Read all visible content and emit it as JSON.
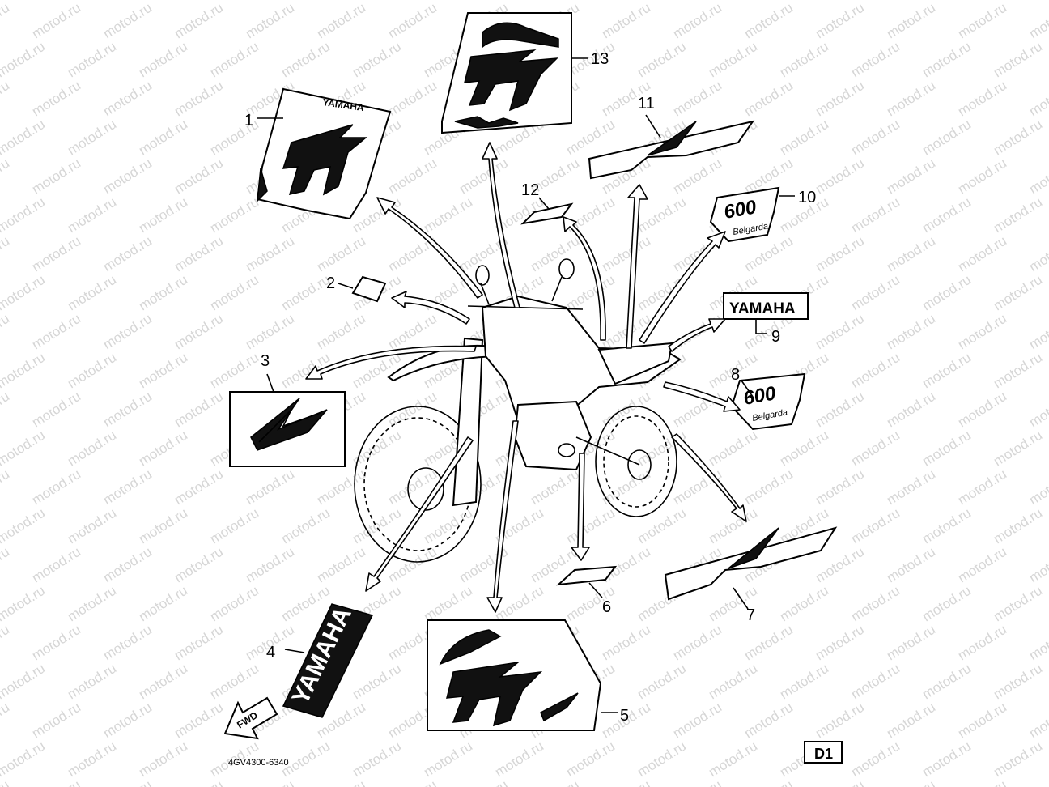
{
  "watermark": "motod.ru",
  "callouts": [
    "1",
    "2",
    "3",
    "4",
    "5",
    "6",
    "7",
    "8",
    "9",
    "10",
    "11",
    "12",
    "13"
  ],
  "decal_text": {
    "yamaha": "YAMAHA",
    "fwd": "FWD",
    "model": "600",
    "belgarda": "Belgarda"
  },
  "diagram_code": "4GV4300-6340",
  "page_badge": "D1"
}
